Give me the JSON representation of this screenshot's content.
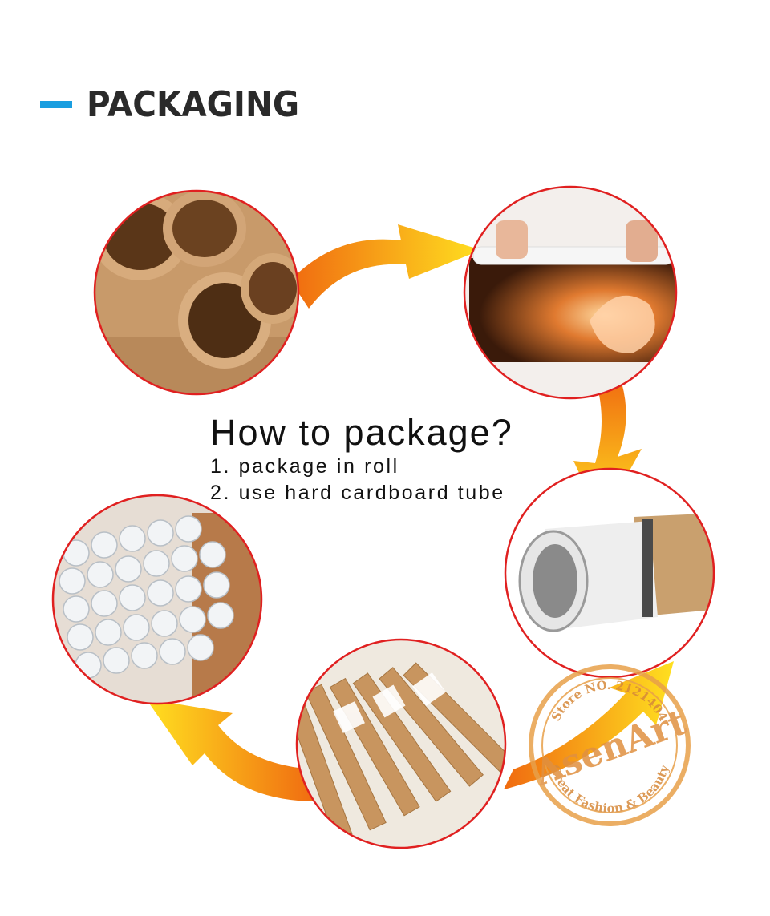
{
  "header": {
    "title": "PACKAGING",
    "accent_color": "#1a9ee0"
  },
  "instructions": {
    "title": "How to package?",
    "steps": [
      "1. package in roll",
      "2. use hard cardboard tube"
    ]
  },
  "stamp": {
    "brand": "AsenArt",
    "top_text": "Store NO. 2121404",
    "bottom_text": "Great Fashion & Beauty",
    "color": "#e8a04a"
  },
  "colors": {
    "circle_border": "#e02020",
    "arrow_start": "#ffd21a",
    "arrow_end": "#f05a10"
  },
  "photos": [
    {
      "name": "photo-cardboard-tubes-icon"
    },
    {
      "name": "photo-canvas-being-rolled-icon"
    },
    {
      "name": "photo-rolled-canvas-in-tube-icon"
    },
    {
      "name": "photo-tubes-with-labels-icon"
    },
    {
      "name": "photo-stacked-white-rolls-icon"
    }
  ]
}
